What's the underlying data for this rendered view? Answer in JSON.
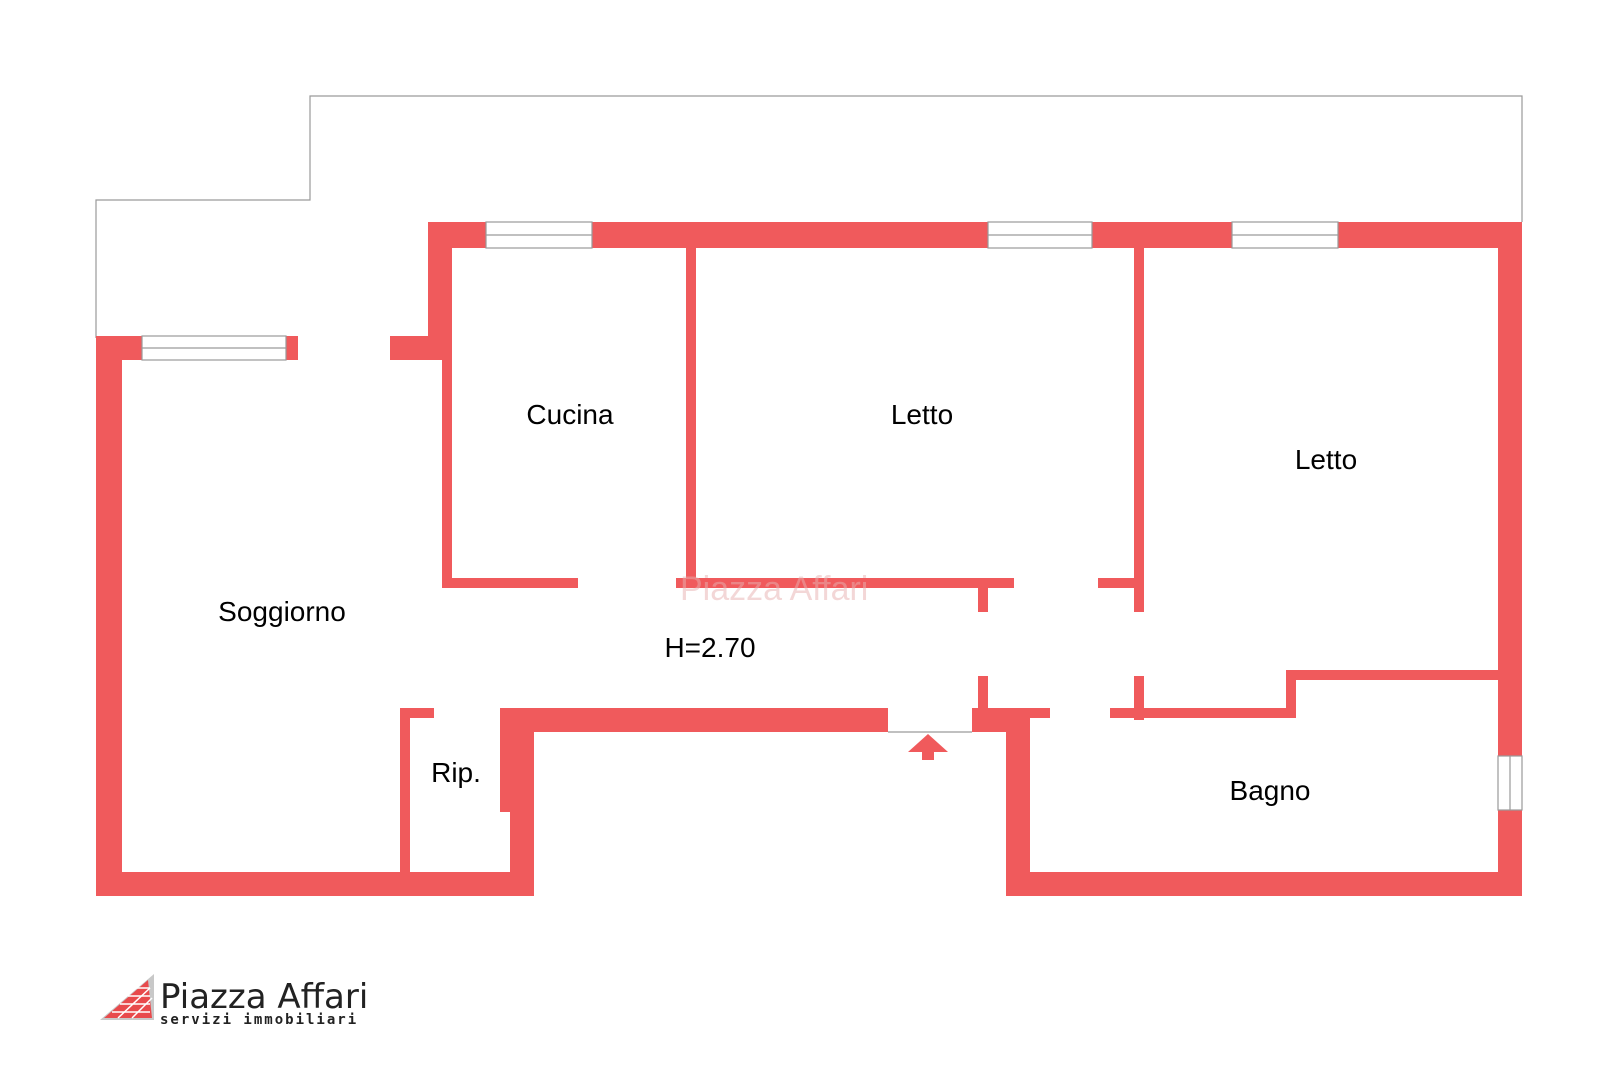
{
  "colors": {
    "wall": "#f05a5c",
    "outline": "#9a9a9a",
    "window_line": "#9a9a9a",
    "text": "#000000"
  },
  "rooms": {
    "cucina": "Cucina",
    "letto_1": "Letto",
    "letto_2": "Letto",
    "soggiorno": "Soggiorno",
    "corridoio": "H=2.70",
    "ripostiglio": "Rip.",
    "bagno": "Bagno"
  },
  "logo": {
    "title": "Piazza Affari",
    "subtitle": "servizi immobiliari"
  },
  "watermark": "Piazza Affari",
  "icons": {
    "entrance": "entrance-arrow-icon",
    "logo_mark": "pyramid-logo-icon"
  }
}
